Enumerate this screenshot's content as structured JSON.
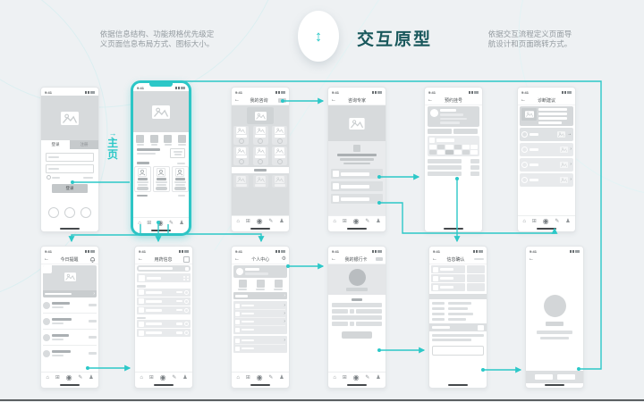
{
  "title_bar": {
    "left_note": [
      "依据信息结构、功能规格优先级定",
      "义页面信息布局方式、图标大小。"
    ],
    "title": "交互原型",
    "right_note": [
      "依据交互流程定义页面导",
      "航设计和页面跳转方式。"
    ],
    "updown_icon": "↕"
  },
  "home_label": {
    "arrow": "→",
    "text": "主页"
  },
  "colors": {
    "accent": "#2cc8c8",
    "title": "#19585c",
    "background": "#eef1f3"
  },
  "common": {
    "status_time": "9:41",
    "back_icon": "←",
    "chevron": "›",
    "arrow_right": "→",
    "gear_icon": "⚙",
    "nav_icons": [
      {
        "name": "home-icon",
        "glyph": "⌂"
      },
      {
        "name": "calendar-icon",
        "glyph": "⊞"
      },
      {
        "name": "badge-icon",
        "glyph": "◉"
      },
      {
        "name": "edit-icon",
        "glyph": "✎"
      },
      {
        "name": "user-icon",
        "glyph": "♟"
      }
    ]
  },
  "phones": {
    "login": {
      "tab_active": "登录",
      "tab_inactive": "注册",
      "login_button": "登录"
    },
    "consult_list": {
      "title": "我的咨询"
    },
    "expert": {
      "title": "咨询专家"
    },
    "appointment": {
      "title": "预约挂号"
    },
    "diagnosis": {
      "title": "诊断建议"
    },
    "today": {
      "title": "今日提醒"
    },
    "medicine": {
      "title": "用药信息"
    },
    "profile": {
      "title": "个人中心"
    },
    "bankcard": {
      "title": "我的银行卡"
    },
    "confirm": {
      "title": "信息确认"
    }
  }
}
